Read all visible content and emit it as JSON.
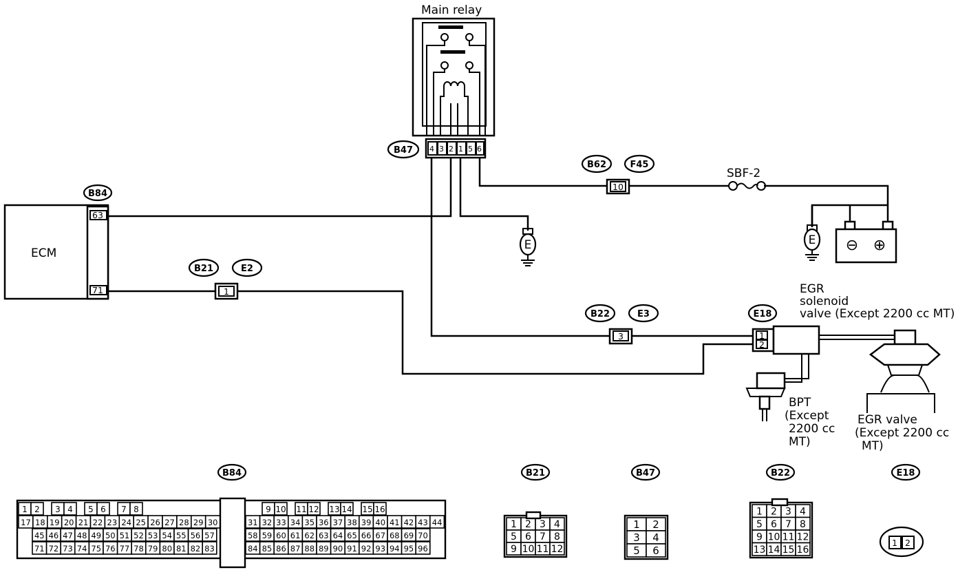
{
  "components": {
    "main_relay": "Main relay",
    "ecm": "ECM",
    "sbf": "SBF-2",
    "egr_solenoid": [
      "EGR",
      "solenoid",
      "valve (Except 2200 cc MT)"
    ],
    "bpt": [
      "BPT",
      "(Except",
      "2200 cc",
      "MT)"
    ],
    "egr_valve": [
      "EGR valve",
      "(Except 2200 cc",
      "MT)"
    ],
    "ground": "E",
    "battery_neg": "⊖",
    "battery_pos": "⊕"
  },
  "connector_tags": {
    "b47": "B47",
    "b62": "B62",
    "f45": "F45",
    "b84": "B84",
    "b21": "B21",
    "e2": "E2",
    "b22": "B22",
    "e3": "E3",
    "e18": "E18"
  },
  "wire_pins": {
    "b84_top": "63",
    "b84_bottom": "71",
    "b21_e2": "1",
    "b62_f45": "10",
    "b22_e3": "3",
    "e18_1": "1",
    "e18_2": "2",
    "b47": [
      "4",
      "3",
      "2",
      "1",
      "5",
      "6"
    ]
  },
  "connector_faces": {
    "b84": {
      "tag": "B84",
      "row1": [
        "1",
        "2",
        "",
        "3",
        "4",
        "",
        "5",
        "6",
        "",
        "7",
        "8",
        "",
        "9",
        "10",
        "",
        "11",
        "12",
        "",
        "13",
        "14",
        "",
        "15",
        "16"
      ],
      "row2": [
        "17",
        "18",
        "19",
        "20",
        "21",
        "22",
        "23",
        "24",
        "25",
        "26",
        "27",
        "28",
        "29",
        "30",
        "31",
        "32",
        "33",
        "34",
        "35",
        "36",
        "37",
        "38",
        "39",
        "40",
        "41",
        "42",
        "43",
        "44"
      ],
      "row3": [
        "45",
        "46",
        "47",
        "48",
        "49",
        "50",
        "51",
        "52",
        "53",
        "54",
        "55",
        "56",
        "57",
        "58",
        "59",
        "60",
        "61",
        "62",
        "63",
        "64",
        "65",
        "66",
        "67",
        "68",
        "69",
        "70"
      ],
      "row4": [
        "71",
        "72",
        "73",
        "74",
        "75",
        "76",
        "77",
        "78",
        "79",
        "80",
        "81",
        "82",
        "83",
        "84",
        "85",
        "86",
        "87",
        "88",
        "89",
        "90",
        "91",
        "92",
        "93",
        "94",
        "95",
        "96"
      ]
    },
    "b21": {
      "tag": "B21",
      "pins": [
        "1",
        "2",
        "3",
        "4",
        "5",
        "6",
        "7",
        "8",
        "9",
        "10",
        "11",
        "12"
      ]
    },
    "b47": {
      "tag": "B47",
      "pins": [
        "1",
        "2",
        "3",
        "4",
        "5",
        "6"
      ]
    },
    "b22": {
      "tag": "B22",
      "pins": [
        "1",
        "2",
        "3",
        "4",
        "5",
        "6",
        "7",
        "8",
        "9",
        "10",
        "11",
        "12",
        "13",
        "14",
        "15",
        "16"
      ]
    },
    "e18": {
      "tag": "E18",
      "pins": [
        "1",
        "2"
      ]
    }
  }
}
